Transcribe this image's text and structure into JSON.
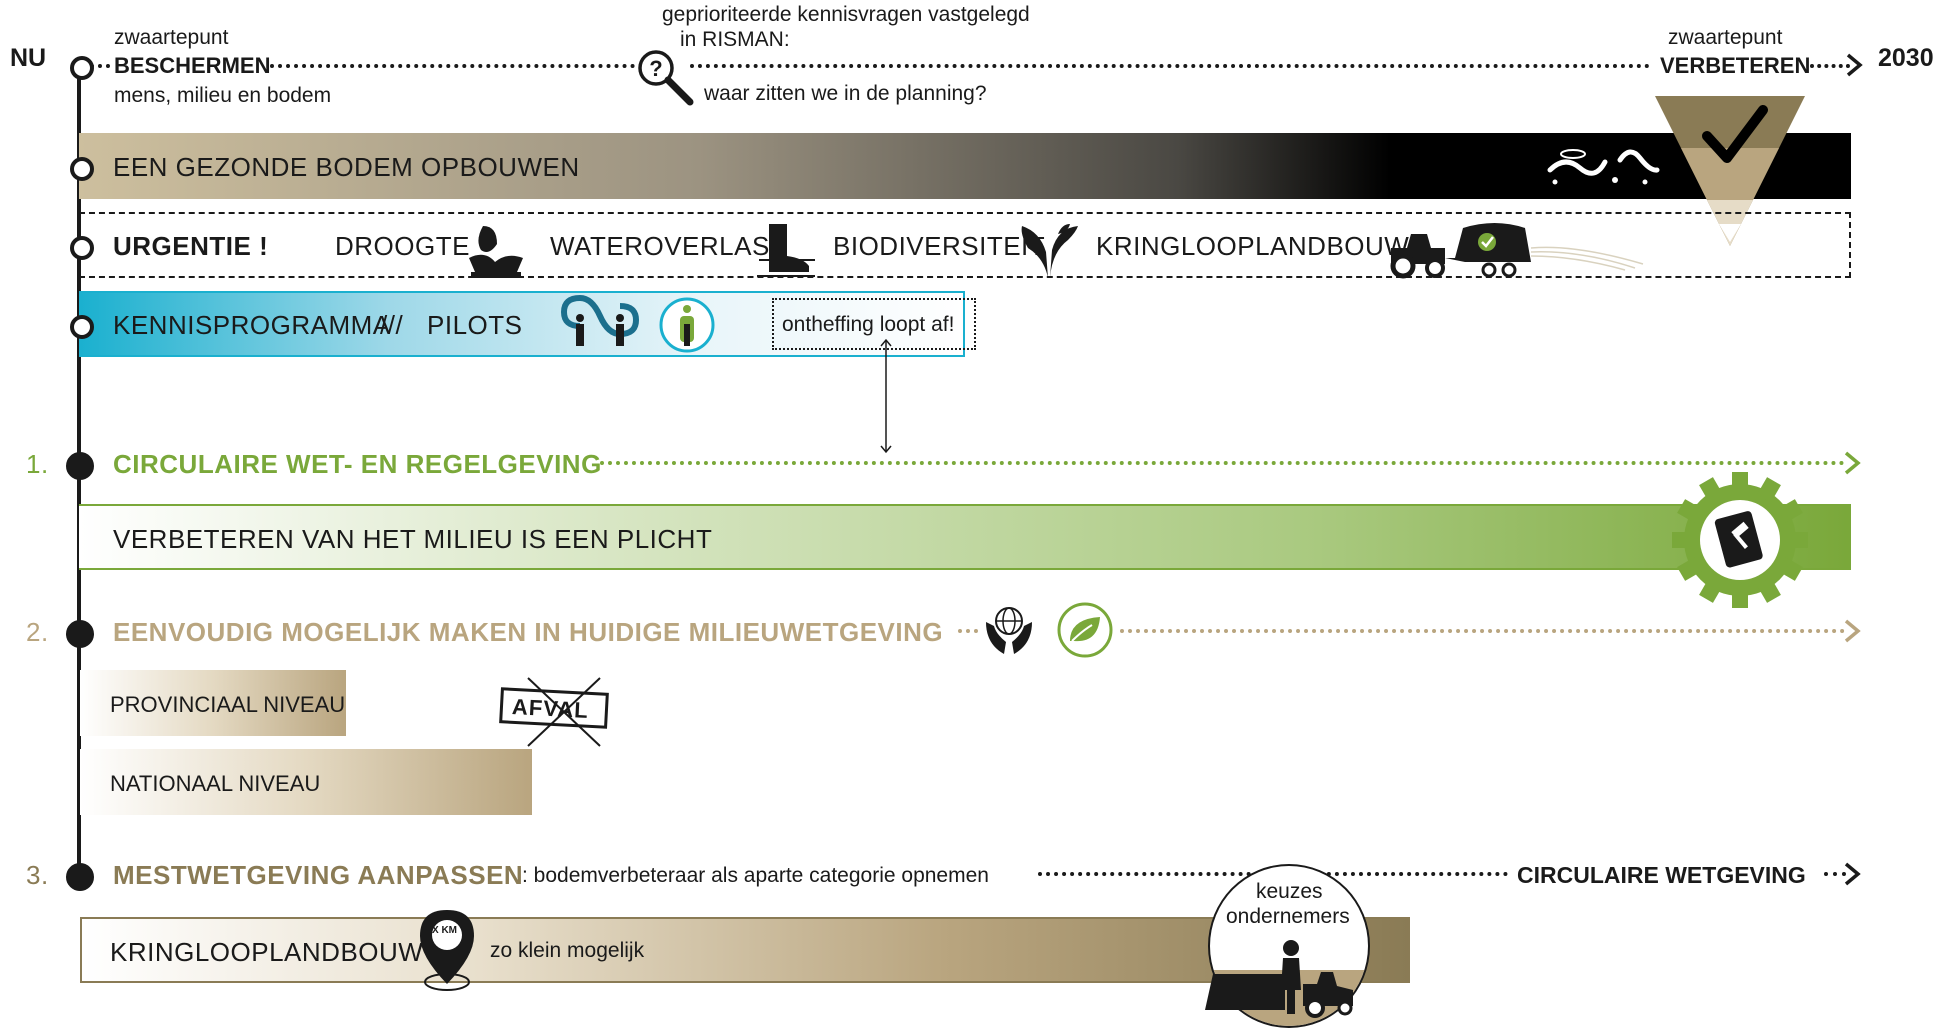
{
  "timeline": {
    "start": "NU",
    "end": "2030",
    "focus_start_label": "zwaartepunt",
    "focus_start_title": "BESCHERMEN",
    "focus_start_sub": "mens, milieu en bodem",
    "risman_line1": "geprioriteerde kennisvragen vastgelegd",
    "risman_line2": "in RISMAN:",
    "risman_question": "waar zitten we in de planning?",
    "focus_end_label": "zwaartepunt",
    "focus_end_title": "VERBETEREN"
  },
  "bands": {
    "healthy_soil": "EEN GEZONDE BODEM OPBOUWEN",
    "urgency_title": "URGENTIE !",
    "urgency_items": [
      "DROOGTE",
      "WATEROVERLAST",
      "BIODIVERSITEIT",
      "KRINGLOOPLANDBOUW"
    ],
    "knowledge_programme": "KENNISPROGRAMMA",
    "separator": "///",
    "pilots": "PILOTS",
    "exemption_note": "ontheffing loopt af!"
  },
  "sections": [
    {
      "number": "1.",
      "title": "CIRCULAIRE WET- EN REGELGEVING",
      "band": "VERBETEREN VAN HET MILIEU IS EEN PLICHT"
    },
    {
      "number": "2.",
      "title": "EENVOUDIG MOGELIJK MAKEN IN HUIDIGE MILIEUWETGEVING",
      "level_provincial": "PROVINCIAAL NIVEAU",
      "level_national": "NATIONAAL NIVEAU",
      "stamp": "AFVAL"
    },
    {
      "number": "3.",
      "title": "MESTWETGEVING AANPASSEN",
      "subtitle": ": bodemverbeteraar als aparte categorie opnemen",
      "end_label": "CIRCULAIRE WETGEVING",
      "band": "KRINGLOOPLANDBOUW",
      "pin_label": "X KM",
      "band_note": "zo klein mogelijk",
      "choices_line1": "keuzes",
      "choices_line2": "ondernemers"
    }
  ],
  "colors": {
    "ink": "#1a1a1a",
    "green": "#7aa83a",
    "gold": "#b9a57f",
    "cyan": "#1ab0cf",
    "bronze": "#8a7b55"
  },
  "icons": [
    "magnifier-question-icon",
    "check-triangle-icon",
    "worm-icon",
    "drop-hand-icon",
    "boot-icon",
    "leaf-icon",
    "tractor-trailer-icon",
    "link-people-icon",
    "person-circle-icon",
    "gear-gavel-icon",
    "globe-hands-icon",
    "leaf-circle-icon",
    "map-pin-icon"
  ]
}
